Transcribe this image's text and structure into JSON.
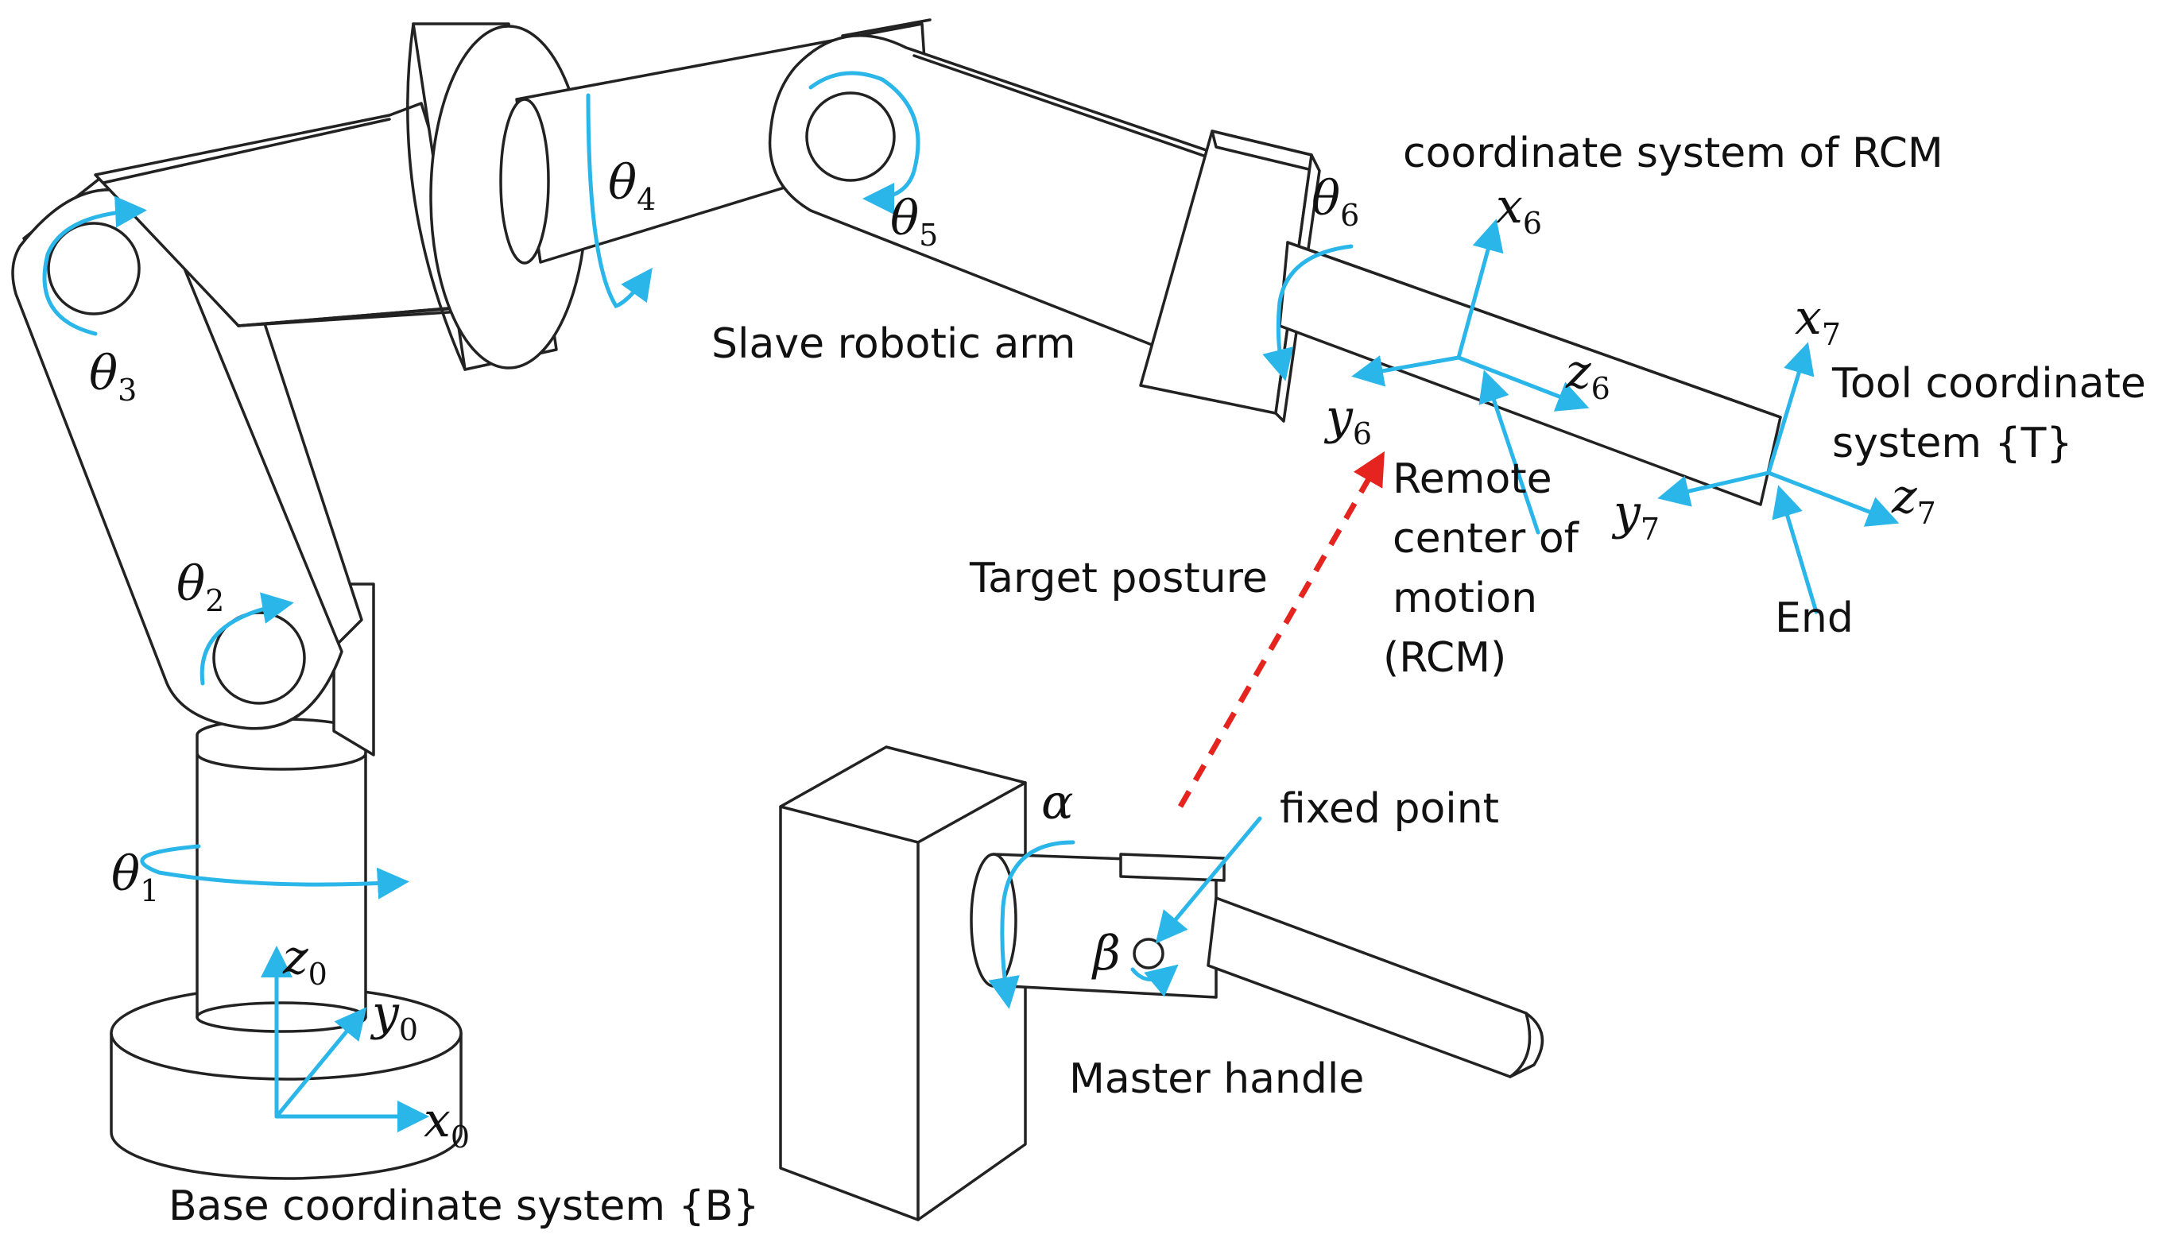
{
  "colors": {
    "accent": "#2ab6e8",
    "target_arrow": "#e52420",
    "line": "#222222"
  },
  "labels": {
    "slave_arm": "Slave robotic arm",
    "rcm_cs": "coordinate system of RCM",
    "tool_cs_line1": "Tool coordinate",
    "tool_cs_line2": "system {T}",
    "rcm_line1": "Remote",
    "rcm_line2": "center of",
    "rcm_line3": "motion",
    "rcm_line4": "(RCM)",
    "end": "End",
    "target_posture": "Target posture",
    "fixed_point": "fixed point",
    "master_handle": "Master handle",
    "base_cs": "Base coordinate system {B}"
  },
  "symbols": {
    "theta": "θ",
    "alpha": "α",
    "beta": "β",
    "x": "x",
    "y": "y",
    "z": "z"
  },
  "joints": [
    {
      "name": "theta1",
      "sub": "1"
    },
    {
      "name": "theta2",
      "sub": "2"
    },
    {
      "name": "theta3",
      "sub": "3"
    },
    {
      "name": "theta4",
      "sub": "4"
    },
    {
      "name": "theta5",
      "sub": "5"
    },
    {
      "name": "theta6",
      "sub": "6"
    }
  ],
  "frames": {
    "base": "0",
    "rcm": "6",
    "tool": "7"
  }
}
